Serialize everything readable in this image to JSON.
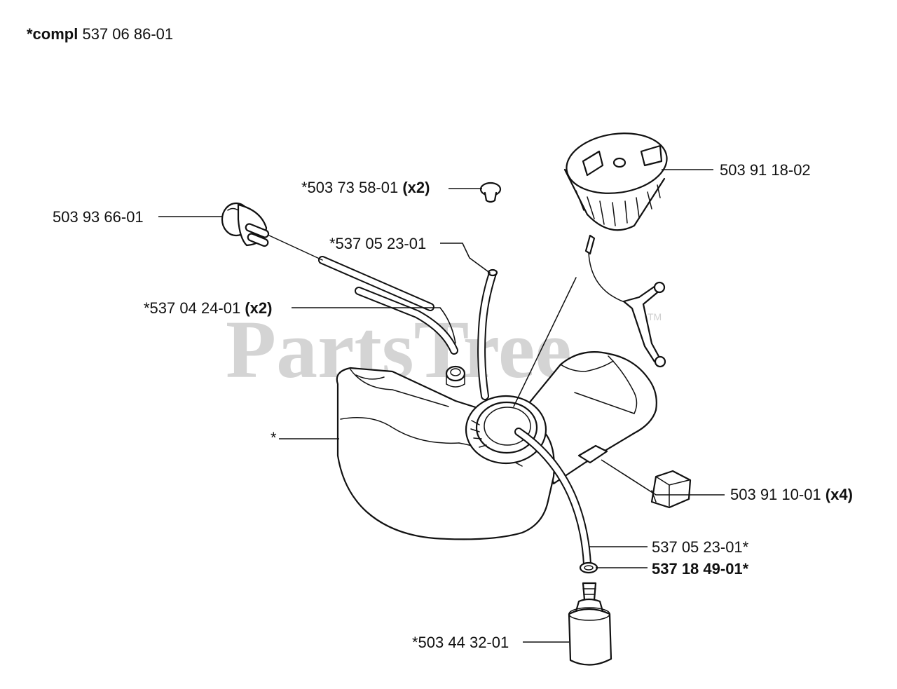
{
  "header": {
    "prefix": "*compl",
    "number": "537 06 86-01"
  },
  "watermark": {
    "text": "PartsTree",
    "trademark": "TM"
  },
  "labels": [
    {
      "id": "cap",
      "text": "503 91 18-02",
      "qty": ""
    },
    {
      "id": "grommet",
      "text": "*503 73 58-01",
      "qty": "(x2)"
    },
    {
      "id": "primer",
      "text": "503 93 66-01",
      "qty": ""
    },
    {
      "id": "fuel-hose-top",
      "text": "*537 05 23-01",
      "qty": ""
    },
    {
      "id": "return-hose",
      "text": "*537 04 24-01",
      "qty": "(x2)"
    },
    {
      "id": "tank",
      "text": "*",
      "qty": ""
    },
    {
      "id": "damper",
      "text": "503 91 10-01",
      "qty": "(x4)"
    },
    {
      "id": "fuel-hose-bottom",
      "text": "537 05 23-01*",
      "qty": ""
    },
    {
      "id": "o-ring",
      "text": "537 18 49-01*",
      "qty": ""
    },
    {
      "id": "filter",
      "text": "*503 44 32-01",
      "qty": ""
    }
  ]
}
